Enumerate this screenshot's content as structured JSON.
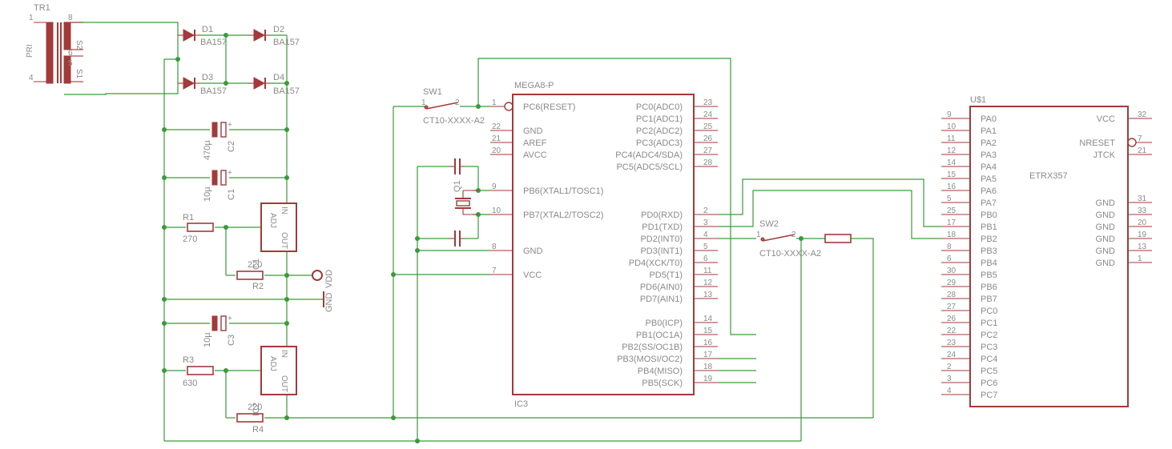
{
  "parts": {
    "tr1": {
      "name": "TR1",
      "pri": "PRI",
      "pins": [
        "1",
        "4",
        "8",
        "6",
        "5"
      ],
      "s2": "S2",
      "s1": "S1"
    },
    "d1": {
      "name": "D1",
      "value": "BA157"
    },
    "d2": {
      "name": "D2",
      "value": "BA157"
    },
    "d3": {
      "name": "D3",
      "value": "BA157"
    },
    "d4": {
      "name": "D4",
      "value": "BA157"
    },
    "c2": {
      "name": "C2",
      "value": "470µ"
    },
    "c1": {
      "name": "C1",
      "value": "10µ"
    },
    "c3": {
      "name": "C3",
      "value": "10µ"
    },
    "r1": {
      "name": "R1",
      "value": "270"
    },
    "r2": {
      "name": "R2",
      "value": "220"
    },
    "r3": {
      "name": "R3",
      "value": "630"
    },
    "r4": {
      "name": "R4",
      "value": "220"
    },
    "ic1": {
      "name": "IC1",
      "adj": "ADJ",
      "out": "OUT",
      "in": "IN"
    },
    "ic2": {
      "name": "IC2",
      "adj": "ADJ",
      "out": "OUT",
      "in": "IN"
    },
    "vdd": "VDD",
    "gnd": "GND",
    "sw1": {
      "name": "SW1",
      "value": "CT10-XXXX-A2",
      "pin1": "1",
      "pin2": "2"
    },
    "sw2": {
      "name": "SW2",
      "value": "CT10-XXXX-A2",
      "pin1": "1",
      "pin2": "2"
    },
    "q1": {
      "name": "Q1"
    }
  },
  "ic3": {
    "value": "MEGA8-P",
    "name": "IC3",
    "left_pins": [
      {
        "num": "1",
        "label": "PC6(RESET)"
      },
      {
        "num": "22",
        "label": "GND"
      },
      {
        "num": "21",
        "label": "AREF"
      },
      {
        "num": "20",
        "label": "AVCC"
      },
      {
        "num": "9",
        "label": "PB6(XTAL1/TOSC1)"
      },
      {
        "num": "10",
        "label": "PB7(XTAL2/TOSC2)"
      },
      {
        "num": "8",
        "label": "GND"
      },
      {
        "num": "7",
        "label": "VCC"
      }
    ],
    "right_pins": [
      {
        "num": "23",
        "label": "PC0(ADC0)"
      },
      {
        "num": "24",
        "label": "PC1(ADC1)"
      },
      {
        "num": "25",
        "label": "PC2(ADC2)"
      },
      {
        "num": "26",
        "label": "PC3(ADC3)"
      },
      {
        "num": "27",
        "label": "PC4(ADC4/SDA)"
      },
      {
        "num": "28",
        "label": "PC5(ADC5/SCL)"
      },
      {
        "num": "2",
        "label": "PD0(RXD)"
      },
      {
        "num": "3",
        "label": "PD1(TXD)"
      },
      {
        "num": "4",
        "label": "PD2(INT0)"
      },
      {
        "num": "5",
        "label": "PD3(INT1)"
      },
      {
        "num": "6",
        "label": "PD4(XCK/T0)"
      },
      {
        "num": "11",
        "label": "PD5(T1)"
      },
      {
        "num": "12",
        "label": "PD6(AIN0)"
      },
      {
        "num": "13",
        "label": "PD7(AIN1)"
      },
      {
        "num": "14",
        "label": "PB0(ICP)"
      },
      {
        "num": "15",
        "label": "PB1(OC1A)"
      },
      {
        "num": "16",
        "label": "PB2(SS/OC1B)"
      },
      {
        "num": "17",
        "label": "PB3(MOSI/OC2)"
      },
      {
        "num": "18",
        "label": "PB4(MISO)"
      },
      {
        "num": "19",
        "label": "PB5(SCK)"
      }
    ]
  },
  "u1": {
    "name": "U$1",
    "value": "ETRX357",
    "left_pins": [
      {
        "num": "9",
        "label": "PA0"
      },
      {
        "num": "10",
        "label": "PA1"
      },
      {
        "num": "11",
        "label": "PA2"
      },
      {
        "num": "12",
        "label": "PA3"
      },
      {
        "num": "14",
        "label": "PA4"
      },
      {
        "num": "15",
        "label": "PA5"
      },
      {
        "num": "16",
        "label": "PA6"
      },
      {
        "num": "5",
        "label": "PA7"
      },
      {
        "num": "25",
        "label": "PB0"
      },
      {
        "num": "17",
        "label": "PB1"
      },
      {
        "num": "18",
        "label": "PB2"
      },
      {
        "num": "8",
        "label": "PB3"
      },
      {
        "num": "6",
        "label": "PB4"
      },
      {
        "num": "30",
        "label": "PB5"
      },
      {
        "num": "29",
        "label": "PB6"
      },
      {
        "num": "28",
        "label": "PB7"
      },
      {
        "num": "27",
        "label": "PC0"
      },
      {
        "num": "26",
        "label": "PC1"
      },
      {
        "num": "22",
        "label": "PC2"
      },
      {
        "num": "23",
        "label": "PC3"
      },
      {
        "num": "24",
        "label": "PC4"
      },
      {
        "num": "2",
        "label": "PC5"
      },
      {
        "num": "3",
        "label": "PC6"
      },
      {
        "num": "4",
        "label": "PC7"
      }
    ],
    "right_pins": [
      {
        "num": "32",
        "label": "VCC"
      },
      {
        "num": "7",
        "label": "NRESET"
      },
      {
        "num": "21",
        "label": "JTCK"
      },
      {
        "num": "31",
        "label": "GND"
      },
      {
        "num": "33",
        "label": "GND"
      },
      {
        "num": "20",
        "label": "GND"
      },
      {
        "num": "19",
        "label": "GND"
      },
      {
        "num": "13",
        "label": "GND"
      },
      {
        "num": "1",
        "label": "GND"
      }
    ]
  },
  "colors": {
    "wire": "#3a9a3a",
    "symbol": "#a33a3a",
    "text": "#8a8a8a",
    "background": "#ffffff"
  }
}
